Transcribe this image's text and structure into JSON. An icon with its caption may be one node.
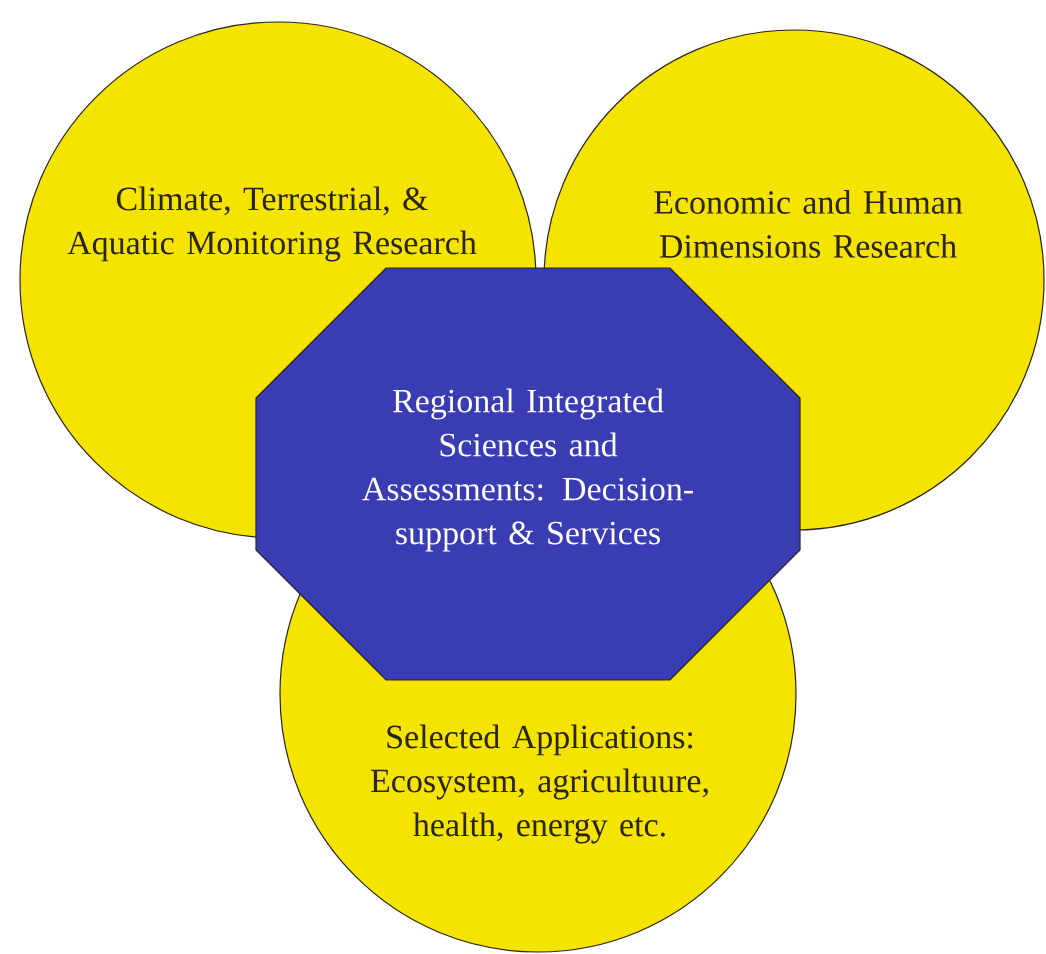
{
  "diagram": {
    "nodes": [
      {
        "text": [
          "Climate, Terrestrial, & Aquatic Monitoring Research"
        ]
      },
      {
        "text": [
          "Economic and Human Dimensions Research"
        ]
      },
      {
        "text": [
          "Regional Integrated Sciences and Assessments: Decision-support & Services"
        ]
      },
      {
        "text": [
          "Selected Applications: Ecosystem, agricultuure, health, energy etc."
        ]
      }
    ]
  }
}
